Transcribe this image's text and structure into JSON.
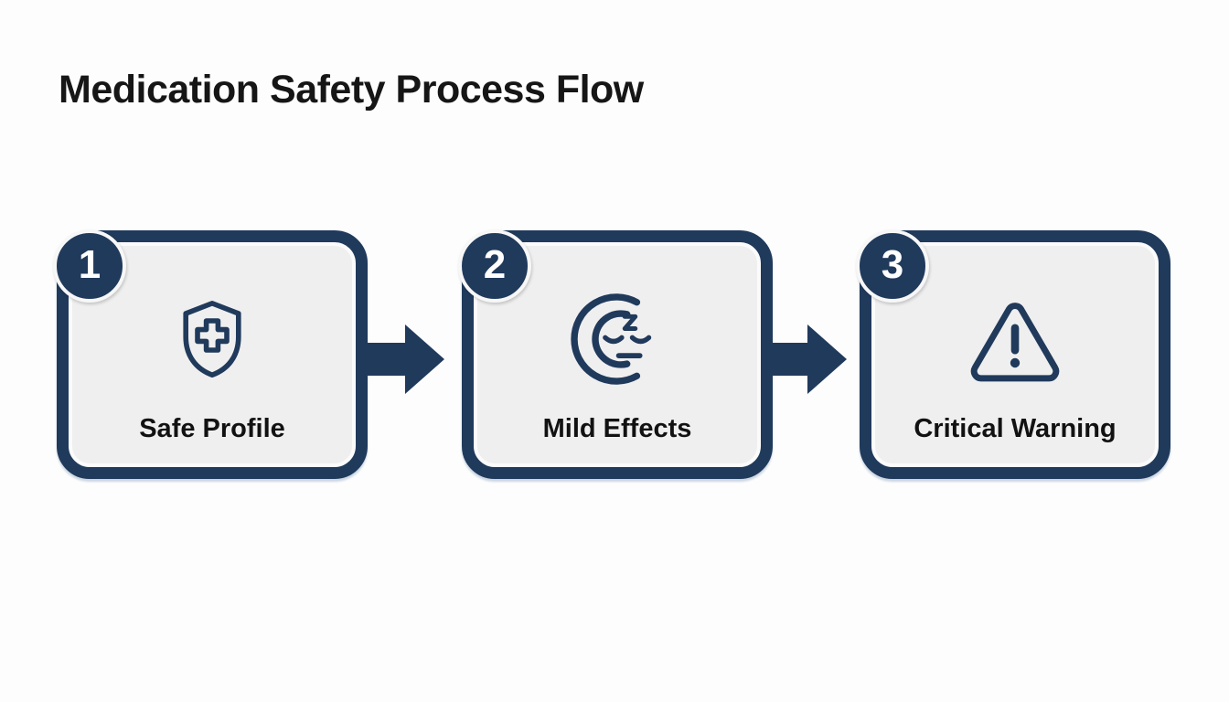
{
  "title": "Medication Safety Process Flow",
  "colors": {
    "navy": "#203a5c",
    "box_fill": "#efefef",
    "background": "#fdfdfd",
    "title_text": "#161616",
    "badge_text": "#ffffff"
  },
  "steps": [
    {
      "number": "1",
      "label": "Safe Profile",
      "icon": "shield-cross-icon"
    },
    {
      "number": "2",
      "label": "Mild Effects",
      "icon": "sleepy-moon-icon"
    },
    {
      "number": "3",
      "label": "Critical Warning",
      "icon": "warning-triangle-icon"
    }
  ],
  "connectors": [
    {
      "from": "1",
      "to": "2",
      "direction": "right"
    },
    {
      "from": "2",
      "to": "3",
      "direction": "right"
    }
  ]
}
